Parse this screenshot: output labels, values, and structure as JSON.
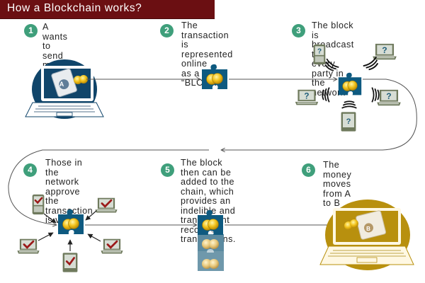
{
  "header": {
    "title": "How a Blockchain works?"
  },
  "colors": {
    "title_bg": "#6b0f12",
    "badge": "#3f9f7b",
    "block_blue": "#0e5a80",
    "coin_gold": "#f2c21b",
    "laptop_b_gold": "#b8900e",
    "check_red": "#9b1a1a",
    "device_green": "#6f7a5d"
  },
  "steps": [
    {
      "number": "1",
      "text": "A wants to send\nmoney to B",
      "icon": "laptop-a-wallet-icon"
    },
    {
      "number": "2",
      "text": "The transaction is\nrepresented online\nas a “BLOCK”",
      "icon": "block-puzzle-icon"
    },
    {
      "number": "3",
      "text": "The block is broadcast to\nevery party in the network",
      "icon": "broadcast-network-icon"
    },
    {
      "number": "4",
      "text": "Those in the network\napprove the\ntransaction is vaild",
      "icon": "approval-network-icon"
    },
    {
      "number": "5",
      "text": "The block then can be\nadded to the chain, which\nprovides an indelible and\ntransparent record of\ntransactions.",
      "icon": "block-chain-icon"
    },
    {
      "number": "6",
      "text": "The money moves\nfrom A to B",
      "icon": "laptop-b-wallet-icon"
    }
  ],
  "labels": {
    "wallet_a": "A",
    "wallet_b": "B",
    "question_mark": "?"
  }
}
